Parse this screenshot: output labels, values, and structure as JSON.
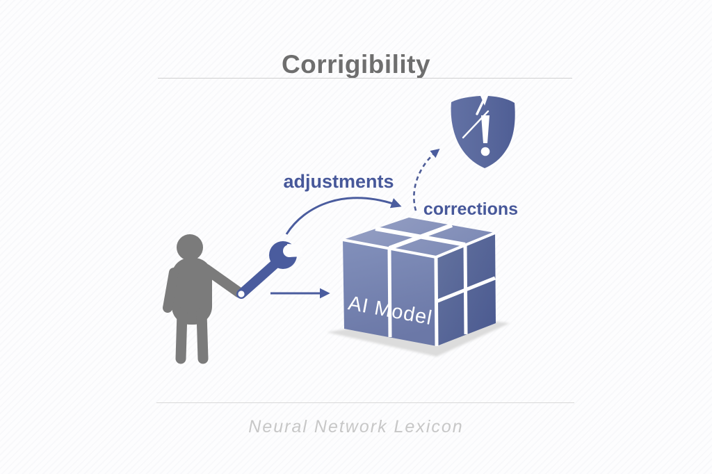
{
  "page": {
    "title": "Corrigibility",
    "caption": "Neural Network Lexicon",
    "background_color": "#fdfdfe",
    "title_color": "#6e6e6e",
    "caption_color": "#c7c7c7"
  },
  "diagram": {
    "labels": {
      "adjustments": "adjustments",
      "corrections": "corrections",
      "cube_label": "AI Model"
    },
    "icons": {
      "person": "person-silhouette-icon",
      "wrench": "wrench-icon",
      "shield": "shield-exclamation-icon",
      "cube": "ai-model-cube",
      "solid_curved_arrow": "adjustments-arrow",
      "dashed_curved_arrow": "corrections-arrow",
      "straight_arrow": "input-arrow"
    },
    "colors": {
      "accent_blue": "#4a5c9e",
      "label_blue": "#47589a",
      "figure_gray": "#7b7b7b",
      "shield_blue": "#5a699d",
      "cube_top": "#8d98be",
      "cube_front": "#7683b0",
      "cube_right": "#57669a",
      "shadow_gray": "#dcdcdc",
      "divider_gray": "#cfcfcf"
    }
  }
}
